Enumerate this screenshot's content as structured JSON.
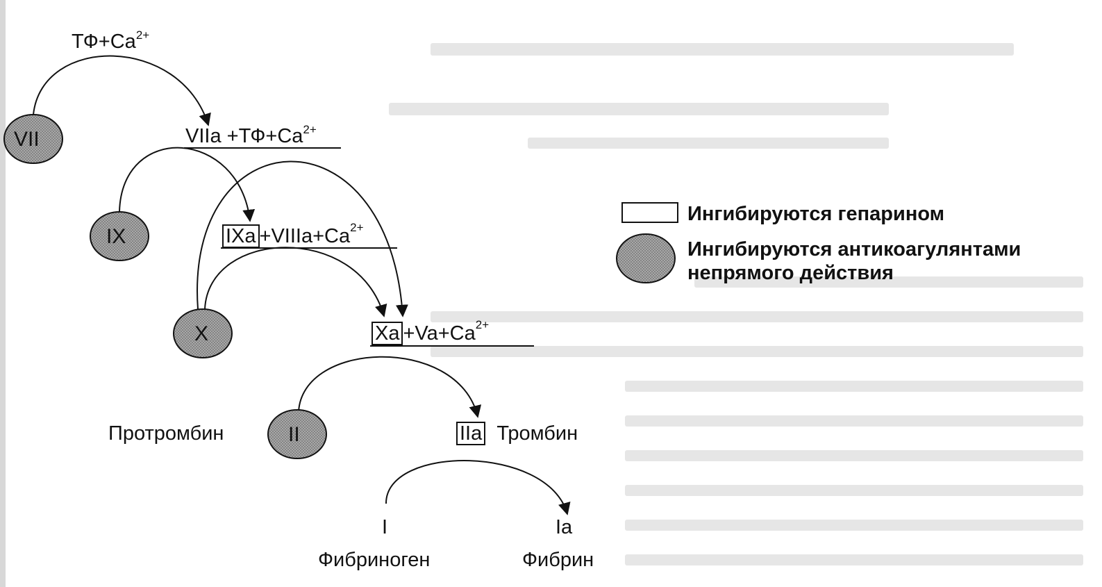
{
  "nodes": {
    "vii": "VII",
    "ix": "IX",
    "x": "X",
    "ii": "II"
  },
  "labels": {
    "tf_ca_base": "ТФ+Ca",
    "ca_charge": "2+",
    "viia_base": "VIIa +ТФ+Ca",
    "ixa": "IXa",
    "ixa_rest_base": "+VIIIa+Ca",
    "xa": "Xa",
    "xa_rest_base": "+Va+Ca",
    "prothrombin": "Протромбин",
    "iia": "IIa",
    "thrombin": "Тромбин",
    "i": "I",
    "ia": "Ia",
    "fibrinogen": "Фибриноген",
    "fibrin": "Фибрин"
  },
  "legend": {
    "box_label": "Ингибируются гепарином",
    "circle_label_line1": "Ингибируются антикоагулянтами",
    "circle_label_line2": "непрямого действия"
  },
  "colors": {
    "ink": "#111111",
    "circle_fill": "#9a9a9a",
    "background": "#ffffff"
  }
}
